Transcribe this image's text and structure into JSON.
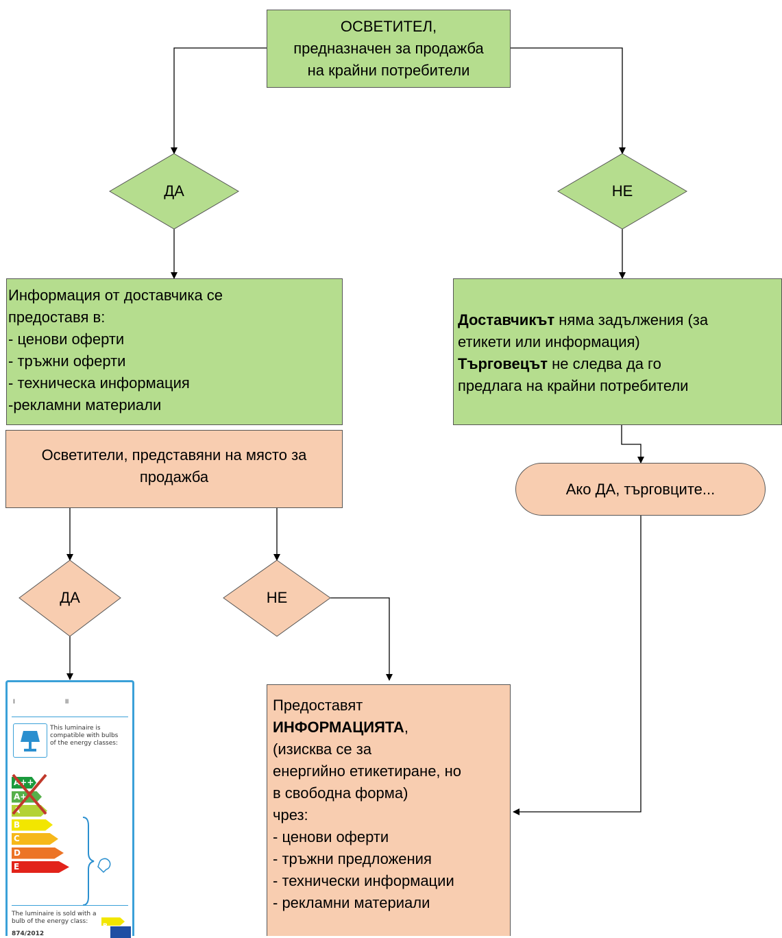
{
  "top": {
    "lines": [
      "ОСВЕТИТЕЛ,",
      "предназначен за продажба",
      "на крайни потребители"
    ]
  },
  "yes_top": "ДА",
  "no_top": "НЕ",
  "supplier_info": {
    "lines": [
      "Информация от доставчика се",
      "предоставя в:",
      "- ценови оферти",
      "- тръжни оферти",
      "- техническа информация",
      "-рекламни материали"
    ]
  },
  "no_obligation": {
    "supplier_bold": "Доставчикът",
    "supplier_rest": " няма задължения (за",
    "line2": "етикети или информация)",
    "trader_bold": "Търговецът",
    "trader_rest": " не следва да го",
    "line4": "предлага на крайни потребители"
  },
  "if_yes": "Ако ДА, търговците...",
  "shown_at_sale": {
    "lines": [
      "Осветители, представяни на място за",
      "продажба"
    ]
  },
  "yes_bottom": "ДА",
  "no_bottom": "НЕ",
  "provide_info": {
    "line1": "Предоставят",
    "bold": "ИНФОРМАЦИЯТА",
    "bold_suffix": ",",
    "lines": [
      "(изисква се за",
      "енергийно етикетиране, но",
      "в свободна форма)",
      "чрез:",
      "- ценови оферти",
      "- тръжни предложения",
      "- технически информации",
      "- рекламни материали"
    ]
  },
  "energy_label": {
    "roman_1": "I",
    "roman_2": "II",
    "compat_lines": [
      "This luminaire is",
      "compatible with bulbs",
      "of the energy classes:"
    ],
    "classes": [
      "A++",
      "A+",
      "A",
      "B",
      "C",
      "D",
      "E"
    ],
    "class_colors": [
      "#1a9a3c",
      "#56b04a",
      "#b3d235",
      "#f2e600",
      "#f6b81a",
      "#ec7426",
      "#e2231a"
    ],
    "sold_lines": [
      "The luminaire is sold with a",
      "bulb of the energy class:"
    ],
    "sold_class": "B",
    "regulation": "874/2012"
  },
  "colors": {
    "green": "#b5dd8e",
    "peach": "#f8cdb0",
    "cross": "#c0392b",
    "label_border": "#3aa0d8"
  }
}
